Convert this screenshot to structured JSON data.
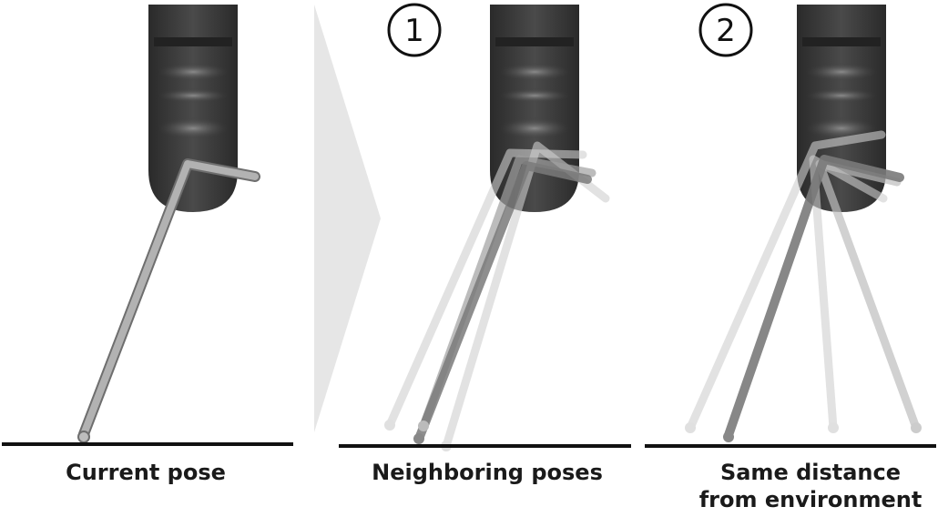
{
  "panels": [
    {
      "id": "current",
      "caption": "Current pose",
      "marker": ""
    },
    {
      "id": "neighboring",
      "caption": "Neighboring poses",
      "marker": "1"
    },
    {
      "id": "same-distance",
      "caption_line1": "Same distance",
      "caption_line2": "from environment",
      "marker": "2"
    }
  ],
  "colors": {
    "gripper_dark": "#3a3a3a",
    "gripper_mid": "#555555",
    "wrench": "#9a9a9a",
    "ground": "#111111",
    "arrow": "#e6e6e6"
  },
  "icons": {
    "gripper": "robot-gripper-icon",
    "wrench": "hex-key-icon",
    "arrow": "progression-arrow-icon"
  }
}
